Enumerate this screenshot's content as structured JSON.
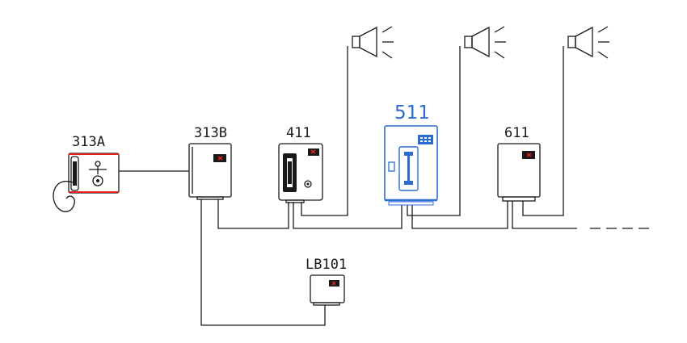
{
  "devices": {
    "d313a": {
      "label": "313A"
    },
    "d313b": {
      "label": "313B"
    },
    "d411": {
      "label": "411"
    },
    "d511": {
      "label": "511"
    },
    "d611": {
      "label": "611"
    },
    "lb101": {
      "label": "LB101"
    }
  },
  "colors": {
    "line": "#1a1a1a",
    "highlight": "#2b6cd0",
    "indicator": "#e0221a"
  },
  "icons": [
    "speaker-icon",
    "handset-icon",
    "indicator-icon"
  ]
}
